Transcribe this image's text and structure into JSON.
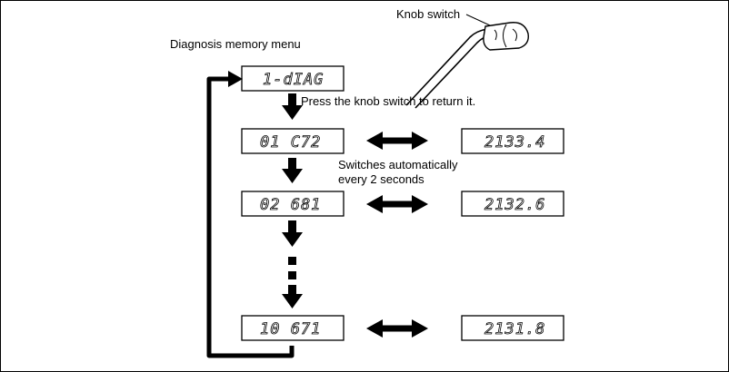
{
  "labels": {
    "knob_switch": "Knob switch",
    "menu_title": "Diagnosis memory menu",
    "return_note": "Press the knob switch to return it.",
    "auto_switch_line1": "Switches automatically",
    "auto_switch_line2": "every 2 seconds"
  },
  "displays": {
    "menu": "1-dIAG",
    "row1_left": "01 C72",
    "row1_right": "2133.4",
    "row2_left": "02 681",
    "row2_right": "2132.6",
    "row3_left": "10 671",
    "row3_right": "2131.8"
  }
}
